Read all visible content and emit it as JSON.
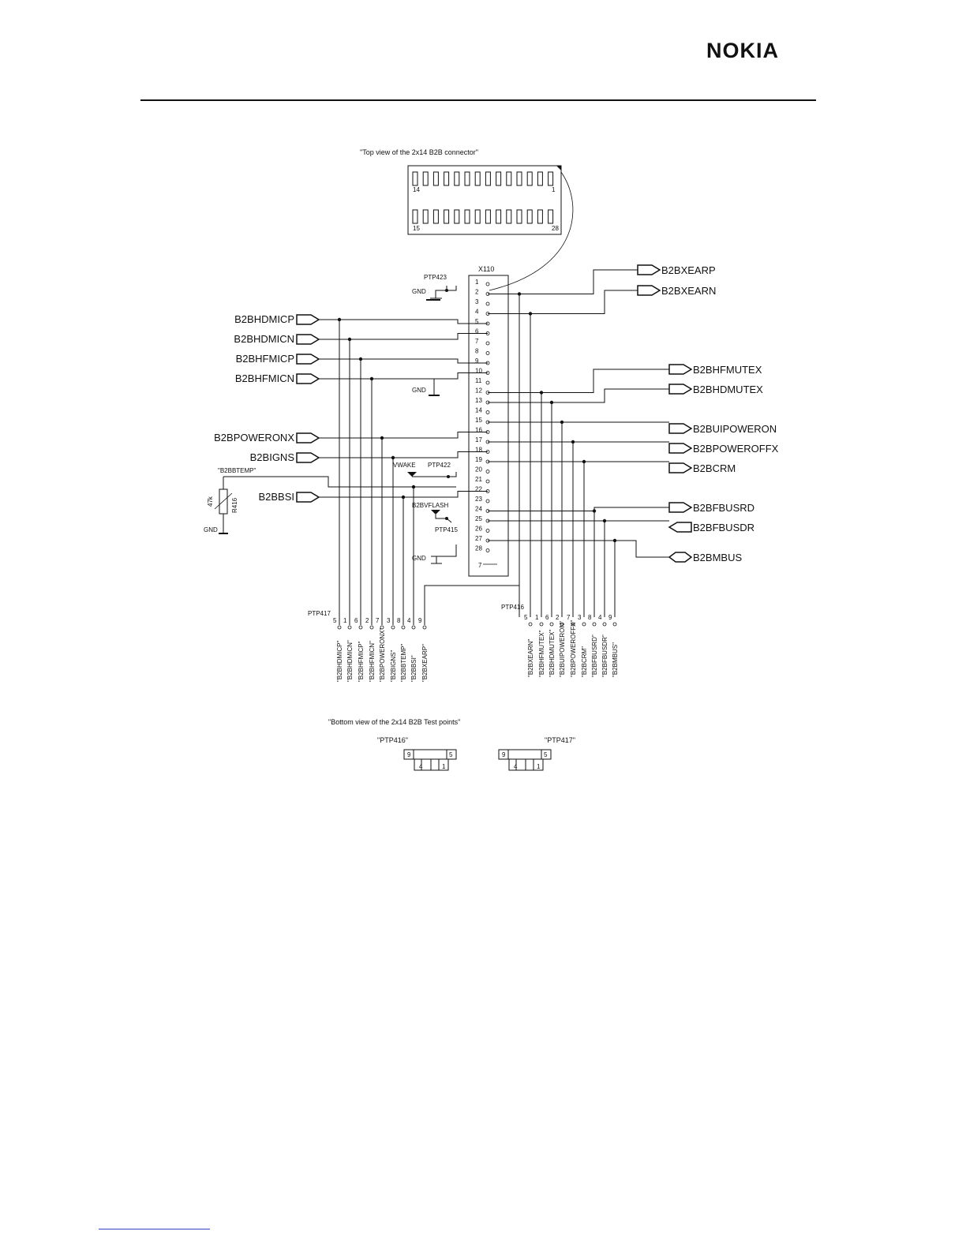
{
  "header": {
    "logo": "NOKIA"
  },
  "captions": {
    "top_view": "\"Top view of the 2x14 B2B connector\"",
    "bottom_view": "\"Bottom view of the 2x14 B2B Test points\""
  },
  "connector": {
    "ref": "X110",
    "top_row": {
      "left_pin": "14",
      "right_pin": "1"
    },
    "bottom_row": {
      "left_pin": "15",
      "right_pin": "28"
    },
    "pins": [
      "1",
      "2",
      "3",
      "4",
      "5",
      "6",
      "7",
      "8",
      "9",
      "10",
      "11",
      "12",
      "13",
      "14",
      "15",
      "16",
      "17",
      "18",
      "19",
      "20",
      "21",
      "22",
      "23",
      "24",
      "25",
      "26",
      "27",
      "28"
    ],
    "extra_pin": "7"
  },
  "left_signals": [
    "B2BHDMICP",
    "B2BHDMICN",
    "B2BHFMICP",
    "B2BHFMICN",
    "B2BPOWERONX",
    "B2BIGNS",
    "B2BBSI"
  ],
  "right_signals": [
    "B2BXEARP",
    "B2BXEARN",
    "B2BHFMUTEX",
    "B2BHDMUTEX",
    "B2BUIPOWERON",
    "B2BPOWEROFFX",
    "B2BCRM",
    "B2BFBUSRD",
    "B2BFBUSDR",
    "B2BMBUS"
  ],
  "labels": {
    "gnd": "GND",
    "ptp423": "PTP423",
    "ptp422": "PTP422",
    "ptp415": "PTP415",
    "vwake": "VWAKE",
    "vflash": "B2BVFLASH",
    "temp": "\"B2BBTEMP\"",
    "resistor": "R416",
    "resistor_val": "47k",
    "gnd_cut": "GND"
  },
  "ptp417": {
    "label": "PTP417",
    "pins": [
      "5",
      "1",
      "6",
      "2",
      "7",
      "3",
      "8",
      "4",
      "9"
    ],
    "nets": [
      "\"B2BHDMICP\"",
      "\"B2BHDMICN\"",
      "\"B2BHFMICP\"",
      "\"B2BHFMICN\"",
      "\"B2BPOWERONX\"",
      "\"B2BIGNS\"",
      "\"B2BBTEMP\"",
      "\"B2BBSI\"",
      "\"B2BXEARP\""
    ]
  },
  "ptp416": {
    "label": "PTP416",
    "pins": [
      "5",
      "1",
      "6",
      "2",
      "7",
      "3",
      "8",
      "4",
      "9"
    ],
    "nets": [
      "\"B2BXEARN\"",
      "\"B2BHFMUTEX\"",
      "\"B2BHDMUTEX\"",
      "\"B2BUIPOWERON\"",
      "\"B2BPOWEROFFX\"",
      "\"B2BCRM\"",
      "\"B2BFBUSRD\"",
      "\"B2BFBUSDR\"",
      "\"B2BMBUS\""
    ]
  },
  "bottom_view": {
    "left": {
      "label": "\"PTP416\"",
      "p9": "9",
      "p5": "5",
      "p4": "4",
      "p1": "1"
    },
    "right": {
      "label": "\"PTP417\"",
      "p9": "9",
      "p5": "5",
      "p4": "4",
      "p1": "1"
    }
  }
}
